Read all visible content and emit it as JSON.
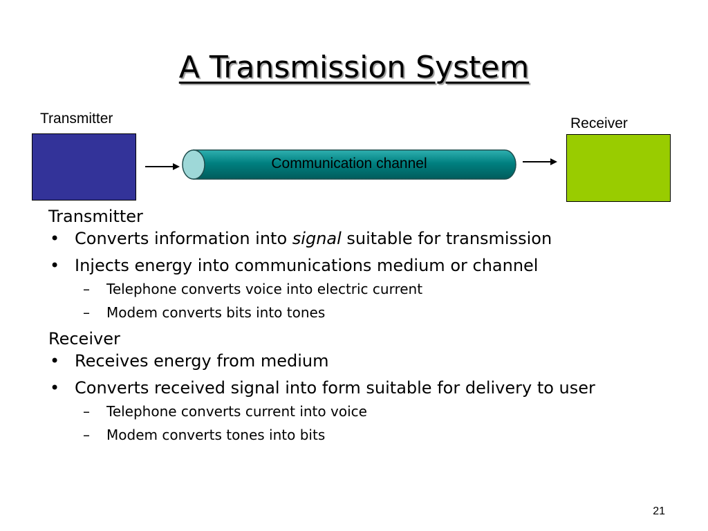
{
  "slide": {
    "title": "A Transmission System",
    "page_number": "21"
  },
  "diagram": {
    "transmitter_label": "Transmitter",
    "receiver_label": "Receiver",
    "channel_label": "Communication channel",
    "colors": {
      "transmitter_fill": "#333399",
      "receiver_fill": "#99CC00",
      "channel_fill": "#008080",
      "channel_end": "#9ED8D8"
    }
  },
  "content": {
    "transmitter": {
      "heading": "Transmitter",
      "bullet1_before": "Converts information into ",
      "bullet1_emphasis": "signal",
      "bullet1_after": " suitable for transmission",
      "bullet2": "Injects energy into communications medium or channel",
      "sub1": "Telephone converts voice into electric current",
      "sub2": "Modem converts bits into tones"
    },
    "receiver": {
      "heading": "Receiver",
      "bullet1": "Receives energy from medium",
      "bullet2": "Converts received signal into form suitable for delivery to user",
      "sub1": "Telephone converts current into voice",
      "sub2": "Modem converts tones into bits"
    },
    "bullet_mark": "•",
    "dash_mark": "–"
  }
}
